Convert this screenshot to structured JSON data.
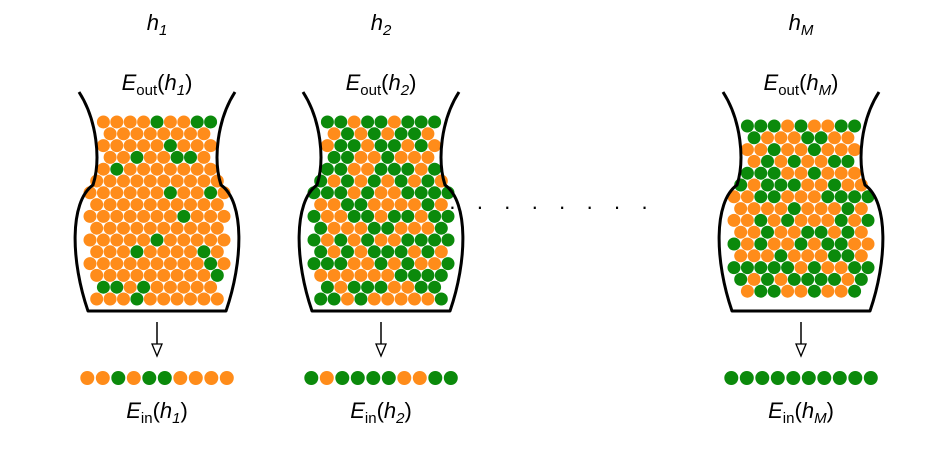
{
  "colors": {
    "orange": "#ff8c1a",
    "green": "#0b8a0b",
    "outline": "#000000"
  },
  "ellipsis": "· · · · · · · ·",
  "hypotheses": [
    {
      "h_label": "h",
      "h_sub": "1",
      "eout_E": "E",
      "eout_sub": "out",
      "eout_open": "(",
      "eout_h": "h",
      "eout_hsub": "1",
      "eout_close": ")",
      "ein_E": "E",
      "ein_sub": "in",
      "ein_open": "(",
      "ein_h": "h",
      "ein_hsub": "1",
      "ein_close": ")",
      "green_fraction": 0.15,
      "sample": [
        "orange",
        "orange",
        "green",
        "orange",
        "green",
        "green",
        "orange",
        "orange",
        "orange",
        "orange"
      ]
    },
    {
      "h_label": "h",
      "h_sub": "2",
      "eout_E": "E",
      "eout_sub": "out",
      "eout_open": "(",
      "eout_h": "h",
      "eout_hsub": "2",
      "eout_close": ")",
      "ein_E": "E",
      "ein_sub": "in",
      "ein_open": "(",
      "ein_h": "h",
      "ein_hsub": "2",
      "ein_close": ")",
      "green_fraction": 0.55,
      "sample": [
        "green",
        "orange",
        "green",
        "green",
        "green",
        "green",
        "orange",
        "orange",
        "green",
        "green"
      ]
    },
    {
      "h_label": "h",
      "h_sub": "M",
      "eout_E": "E",
      "eout_sub": "out",
      "eout_open": "(",
      "eout_h": "h",
      "eout_hsub": "M",
      "eout_close": ")",
      "ein_E": "E",
      "ein_sub": "in",
      "ein_open": "(",
      "ein_h": "h",
      "ein_hsub": "M",
      "ein_close": ")",
      "green_fraction": 0.45,
      "sample": [
        "green",
        "green",
        "green",
        "green",
        "green",
        "green",
        "green",
        "green",
        "green",
        "green"
      ]
    }
  ]
}
